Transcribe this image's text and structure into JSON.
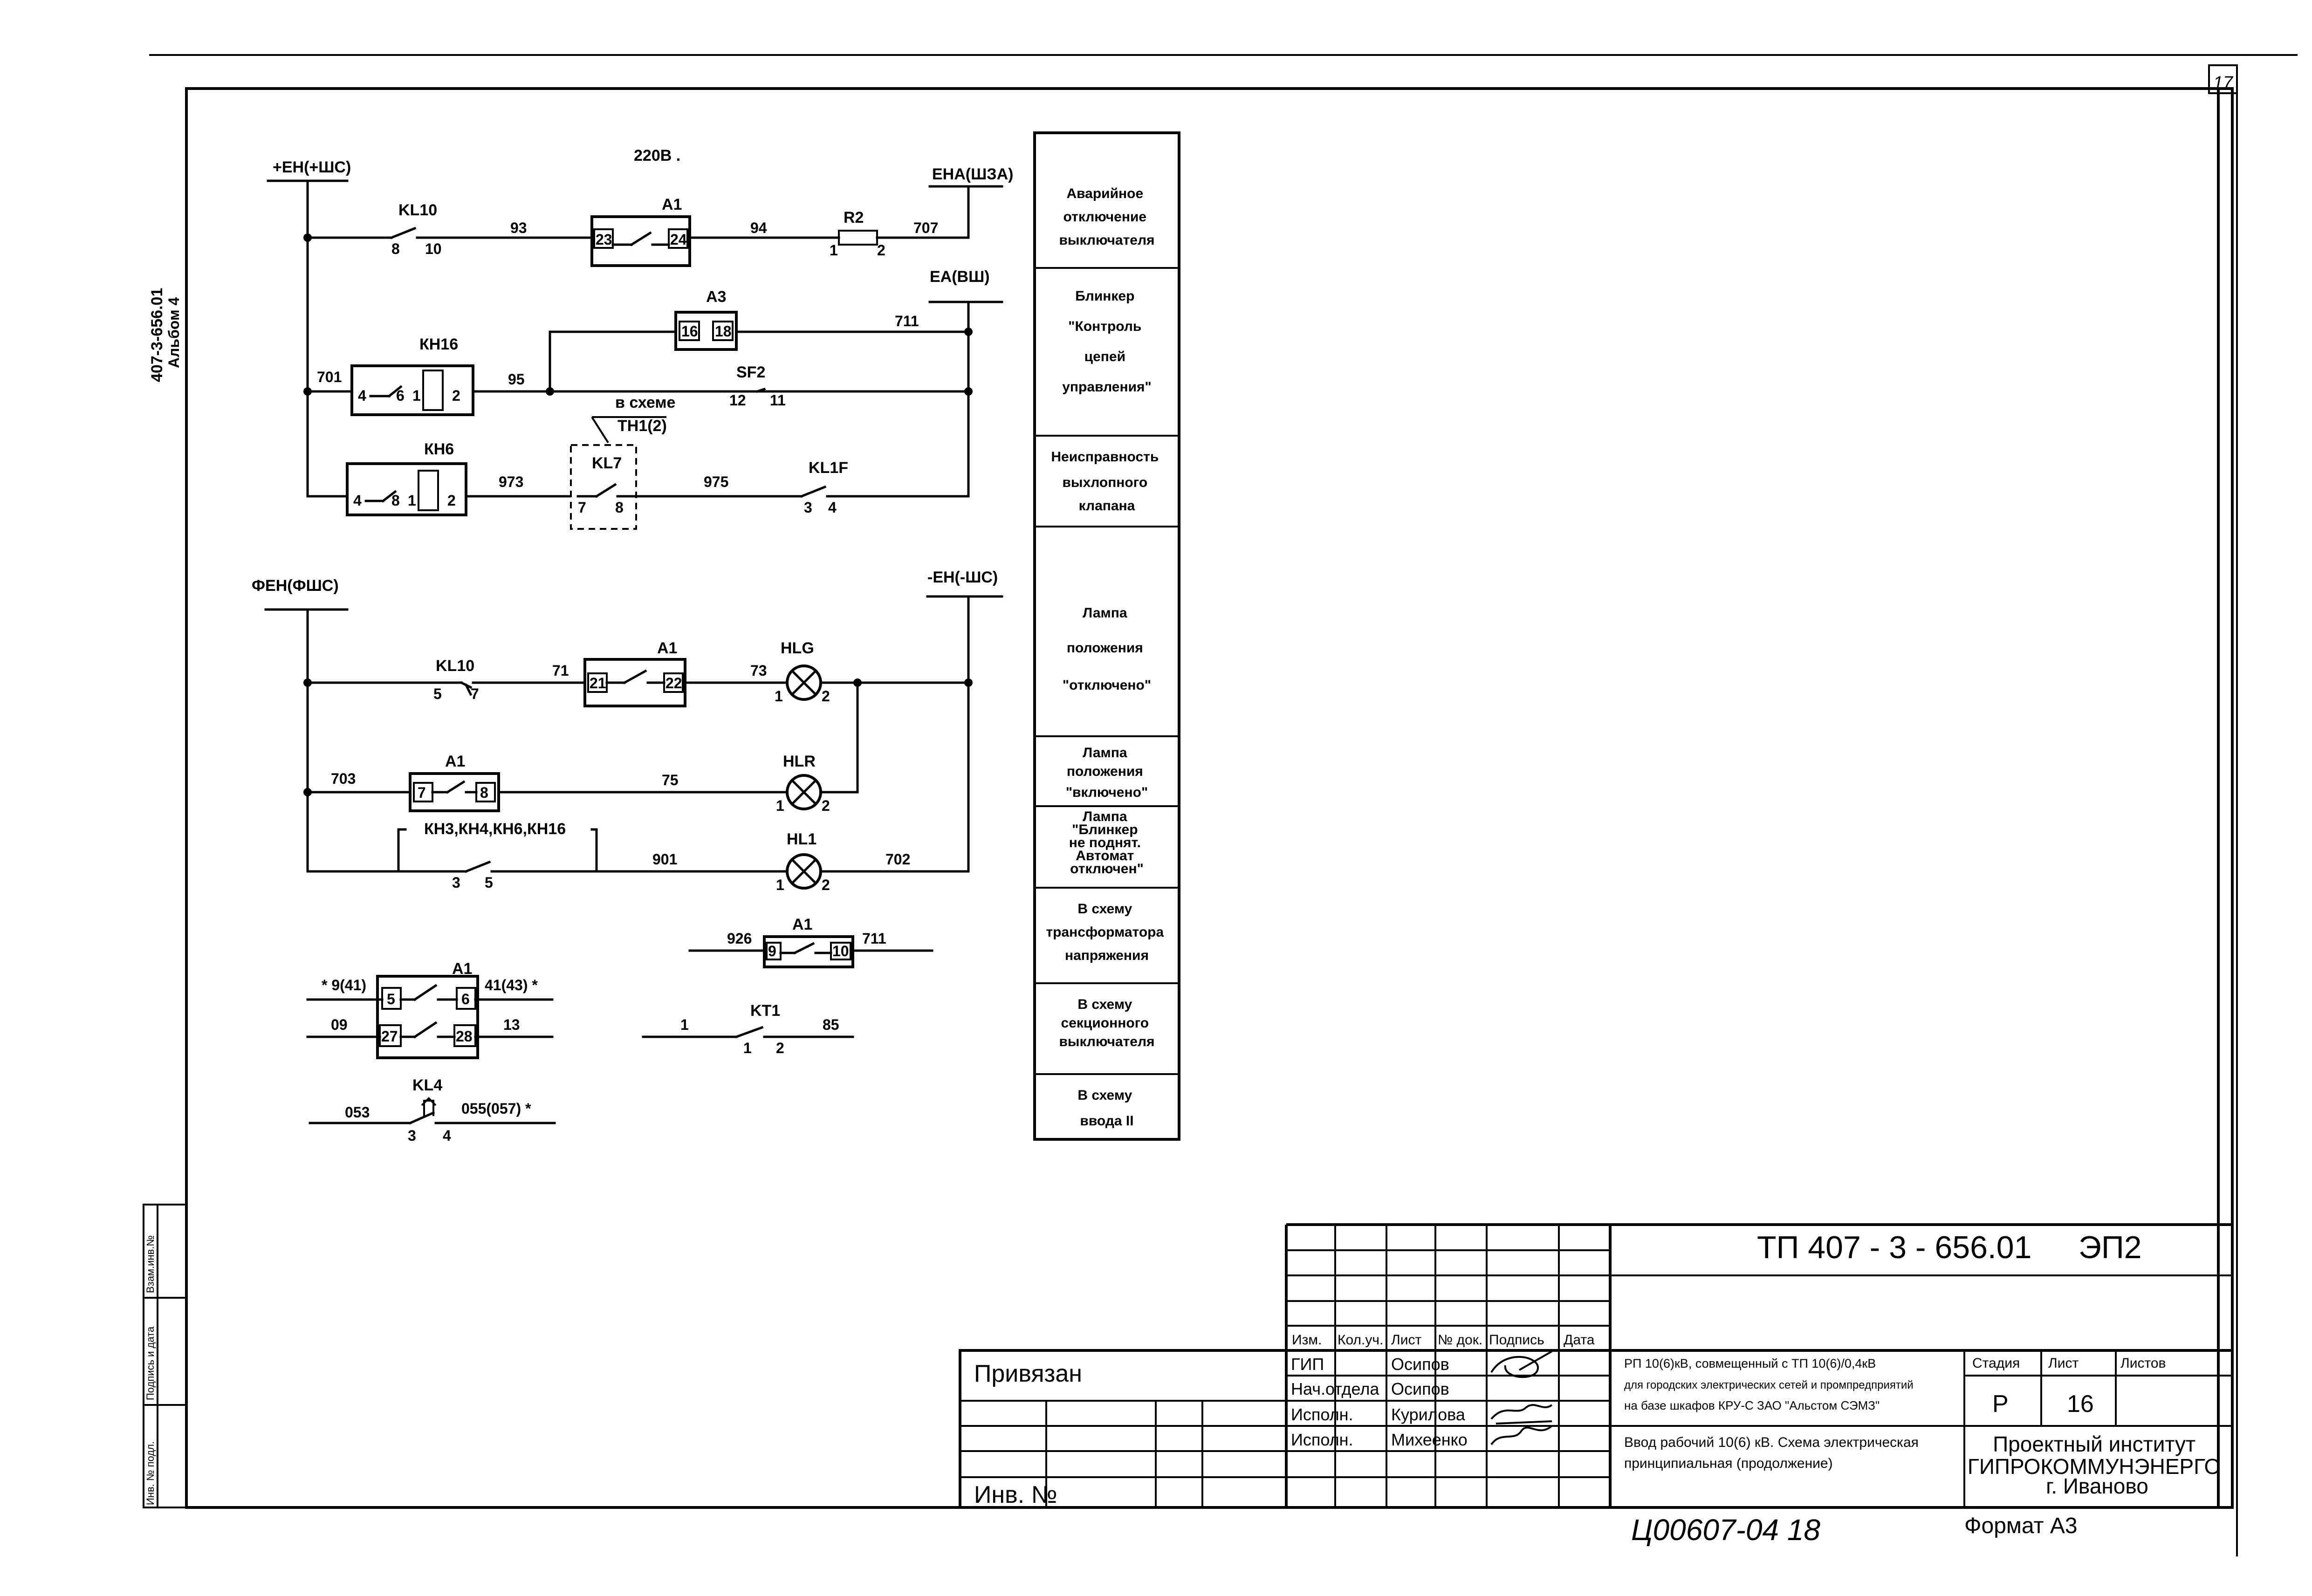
{
  "margin": {
    "doc_code": "407-3-656.01",
    "album": "Альбом 4",
    "sheet_mark": "17",
    "stamp_cells": [
      "Инв. № подл.",
      "Подпись и дата",
      "Взам.инв.№"
    ]
  },
  "schematic": {
    "supply_voltage": "220В .",
    "buses": {
      "top_left": "+ЕН(+ШС)",
      "top_right": "ЕНА(ШЗА)",
      "ea_right": "ЕА(ВШ)",
      "bottom_left": "ФЕН(ФШС)",
      "bottom_right": "-ЕН(-ШС)"
    },
    "devices": {
      "kl10_a": "KL10",
      "a1_a": "A1",
      "r2": "R2",
      "a3": "A3",
      "kh16": "КН16",
      "sf2": "SF2",
      "kh6": "КН6",
      "kl7": "KL7",
      "kl1f": "KL1F",
      "kl10_b": "KL10",
      "a1_b": "A1",
      "hlg": "HLG",
      "a1_c": "A1",
      "hlr": "HLR",
      "kh_group": "КН3,КН4,КН6,КН16",
      "hl1": "HL1",
      "a1_d": "A1",
      "a1_e": "A1",
      "kt1": "KT1",
      "kl4": "KL4",
      "note_line1": "в схеме",
      "note_line2": "ТН1(2)"
    },
    "wires": {
      "w93": "93",
      "w94": "94",
      "w707": "707",
      "w711": "711",
      "w701": "701",
      "w95": "95",
      "w973": "973",
      "w975": "975",
      "w71": "71",
      "w73": "73",
      "w703": "703",
      "w75": "75",
      "w901": "901",
      "w702": "702",
      "w926": "926",
      "w711b": "711",
      "w9_41": "* 9(41)",
      "w41_43": "41(43) *",
      "w09": "09",
      "w13": "13",
      "w1": "1",
      "w85": "85",
      "w053": "053",
      "w055": "055(057) *"
    },
    "pins": {
      "kl10a_l": "8",
      "kl10a_r": "10",
      "a1a_l": "23",
      "a1a_r": "24",
      "r2_l": "1",
      "r2_r": "2",
      "a3_l": "16",
      "a3_r": "18",
      "kh16_4": "4",
      "kh16_6": "6",
      "kh16_1": "1",
      "kh16_2": "2",
      "sf2_l": "12",
      "sf2_r": "11",
      "kh6_4": "4",
      "kh6_8": "8",
      "kh6_1": "1",
      "kh6_2": "2",
      "kl7_l": "7",
      "kl7_r": "8",
      "kl1f_l": "3",
      "kl1f_r": "4",
      "kl10b_l": "5",
      "kl10b_r": "7",
      "a1b_l": "21",
      "a1b_r": "22",
      "hlg_l": "1",
      "hlg_r": "2",
      "a1c_l": "7",
      "a1c_r": "8",
      "hlr_l": "1",
      "hlr_r": "2",
      "khg_l": "3",
      "khg_r": "5",
      "hl1_l": "1",
      "hl1_r": "2",
      "a1d_l": "9",
      "a1d_r": "10",
      "a1e_5": "5",
      "a1e_6": "6",
      "a1e_27": "27",
      "a1e_28": "28",
      "kt1_l": "1",
      "kt1_r": "2",
      "kl4_l": "3",
      "kl4_r": "4"
    }
  },
  "legend": [
    [
      "Аварийное",
      "отключение",
      "выключателя"
    ],
    [
      "Блинкер",
      "\"Контроль",
      "цепей",
      "управления\""
    ],
    [
      "Неисправность",
      "выхлопного",
      "клапана"
    ],
    [
      "Лампа",
      "положения",
      "\"отключено\""
    ],
    [
      "Лампа",
      "положения",
      "\"включено\""
    ],
    [
      "Лампа",
      "\"Блинкер",
      "не поднят.",
      "Автомат",
      "отключен\""
    ],
    [
      "В схему",
      "трансформатора",
      "напряжения"
    ],
    [
      "В схему",
      "секционного",
      "выключателя"
    ],
    [
      "В схему",
      "ввода II"
    ]
  ],
  "title_block": {
    "designation": "ТП 407 - 3 - 656.01",
    "mark": "ЭП2",
    "privyazan": "Привязан",
    "inv_no": "Инв. №",
    "headers": [
      "Изм.",
      "Кол.уч.",
      "Лист",
      "№ док.",
      "Подпись",
      "Дата"
    ],
    "roles": [
      "ГИП",
      "Нач.отдела",
      "Исполн.",
      "Исполн."
    ],
    "names": [
      "Осипов",
      "Осипов",
      "Курилова",
      "Михеенко"
    ],
    "project_lines": [
      "РП 10(6)кВ, совмещенный с ТП 10(6)/0,4кВ",
      "для городских электрических сетей и промпредприятий",
      "на базе шкафов КРУ-С ЗАО \"Альстом СЭМЗ\""
    ],
    "drawing_lines": [
      "Ввод рабочий 10(6) кВ. Схема электрическая",
      "принципиальная (продолжение)"
    ],
    "stage_header": "Стадия",
    "sheet_header": "Лист",
    "sheets_header": "Листов",
    "stage": "Р",
    "sheet": "16",
    "org_lines": [
      "Проектный институт",
      "ГИПРОКОММУНЭНЕРГО",
      "г. Иваново"
    ],
    "handwritten_code": "Ц00607-04   18",
    "format": "Формат А3"
  }
}
